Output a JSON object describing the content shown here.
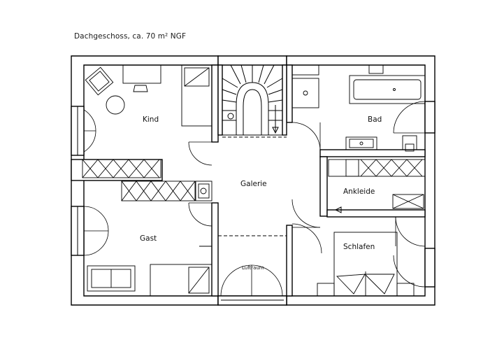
{
  "title": "Dachgeschoss, ca. 70 m² NGF",
  "rooms": {
    "kind": "Kind",
    "bad": "Bad",
    "galerie": "Galerie",
    "ankleide": "Ankleide",
    "gast": "Gast",
    "schlafen": "Schlafen",
    "luftraum": "Luftraum"
  }
}
